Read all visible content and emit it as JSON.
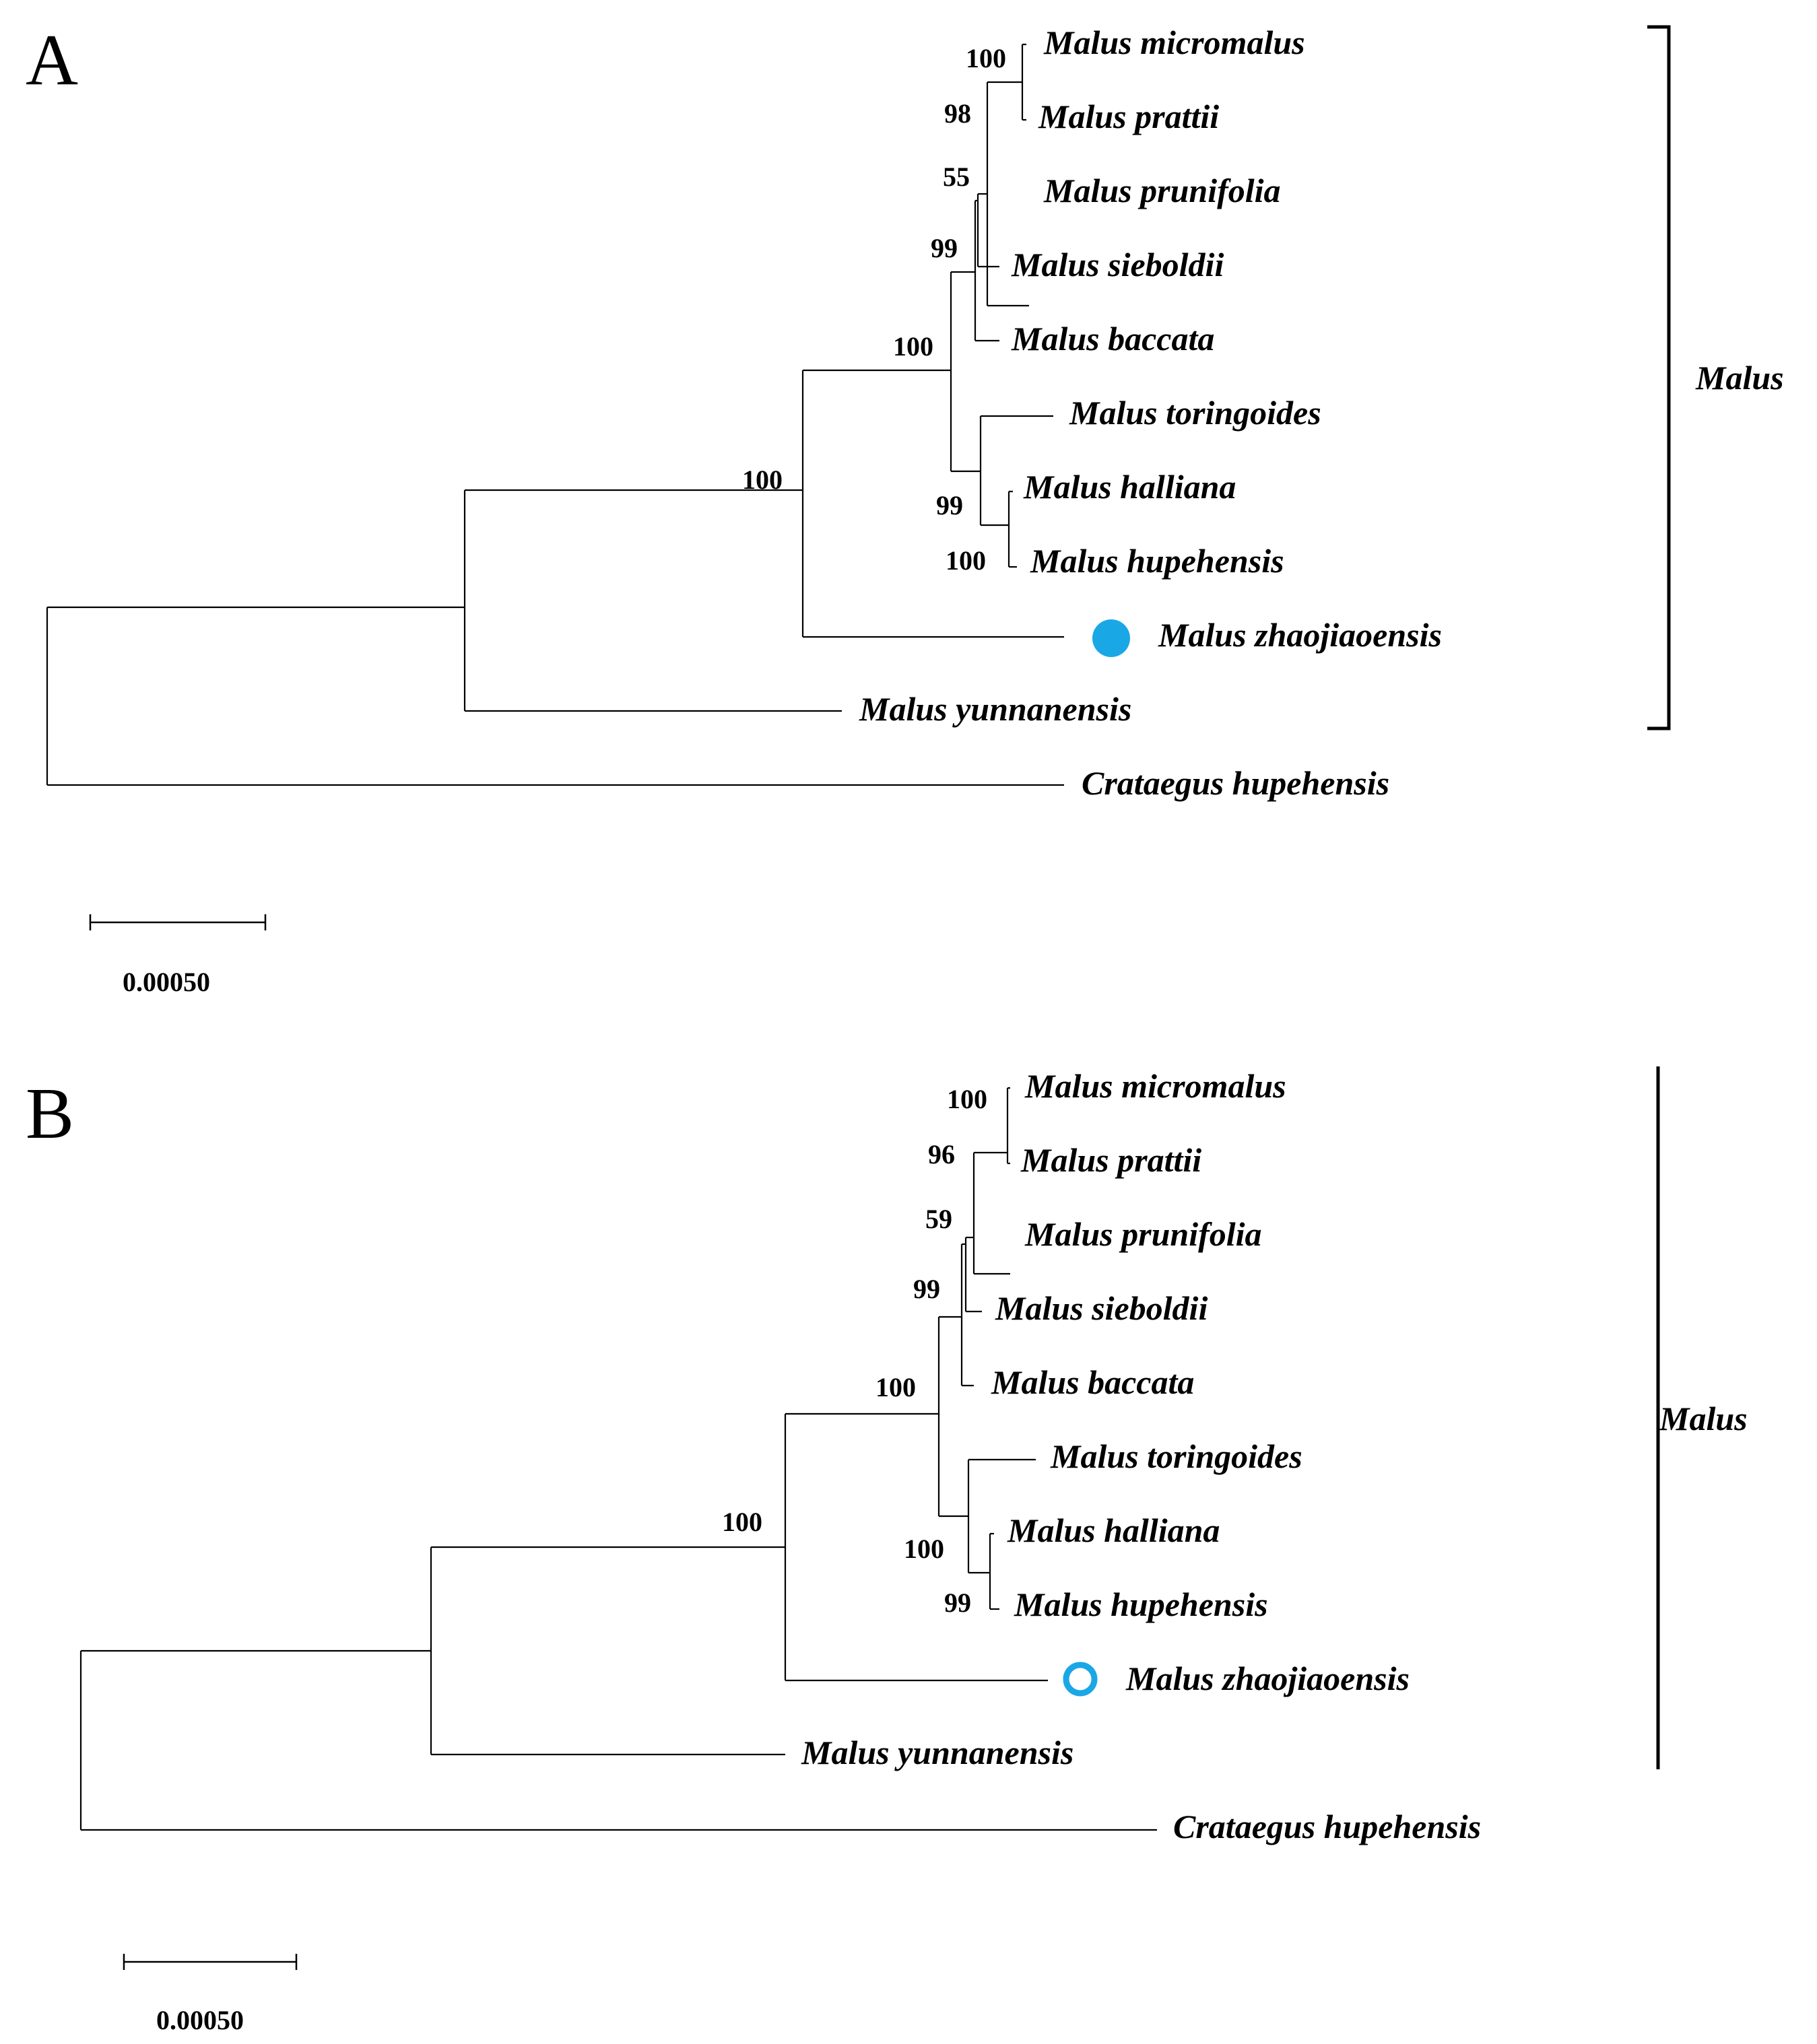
{
  "figure": {
    "panels": [
      {
        "label": "A",
        "taxa": [
          "Malus micromalus",
          "Malus prattii",
          "Malus prunifolia",
          "Malus sieboldii",
          "Malus baccata",
          "Malus toringoides",
          "Malus halliana",
          "Malus hupehensis",
          "Malus zhaojiaoensis",
          "Malus yunnanensis",
          "Crataegus hupehensis"
        ],
        "support_values": [
          "100",
          "98",
          "55",
          "99",
          "100",
          "100",
          "99",
          "100"
        ],
        "marker": {
          "taxon": "Malus zhaojiaoensis",
          "style": "filled-circle",
          "color": "#1aa7e6"
        },
        "clade": {
          "label": "Malus",
          "style": "bracket"
        },
        "scale_bar": {
          "label": "0.00050"
        }
      },
      {
        "label": "B",
        "taxa": [
          "Malus micromalus",
          "Malus prattii",
          "Malus prunifolia",
          "Malus sieboldii",
          "Malus baccata",
          "Malus toringoides",
          "Malus halliana",
          "Malus hupehensis",
          "Malus zhaojiaoensis",
          "Malus yunnanensis",
          "Crataegus hupehensis"
        ],
        "support_values": [
          "100",
          "96",
          "59",
          "99",
          "100",
          "100",
          "100",
          "99"
        ],
        "marker": {
          "taxon": "Malus zhaojiaoensis",
          "style": "open-circle",
          "color": "#1aa7e6"
        },
        "clade": {
          "label": "Malus",
          "style": "line"
        },
        "scale_bar": {
          "label": "0.00050"
        }
      }
    ]
  }
}
